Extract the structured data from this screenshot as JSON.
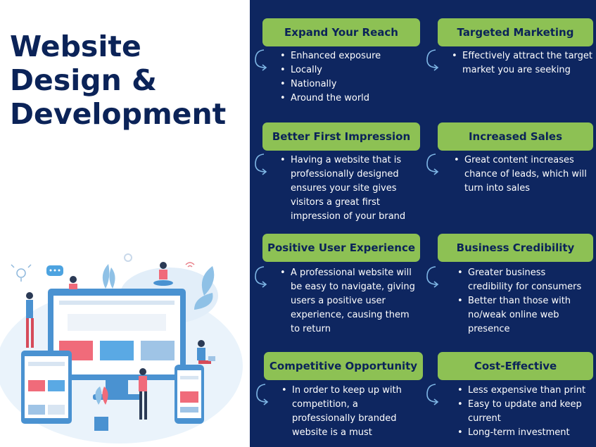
{
  "title": {
    "line1": "Website",
    "line2": "Design &",
    "line3": "Development"
  },
  "sections": [
    {
      "heading": "Expand Your Reach",
      "bullets": [
        "Enhanced exposure",
        "Locally",
        "Nationally",
        "Around the world"
      ]
    },
    {
      "heading": "Targeted Marketing",
      "bullets": [
        "Effectively attract the target market you are seeking"
      ]
    },
    {
      "heading": "Better First Impression",
      "bullets": [
        "Having a website that is professionally designed ensures your site gives visitors a great first impression of your brand"
      ]
    },
    {
      "heading": "Increased Sales",
      "bullets": [
        "Great content increases chance of leads, which will turn into sales"
      ]
    },
    {
      "heading": "Positive User Experience",
      "bullets": [
        "A professional website will be easy to navigate, giving users a positive user experience, causing them to return"
      ]
    },
    {
      "heading": "Business Credibility",
      "bullets": [
        "Greater business credibility for consumers",
        "Better than those with no/weak online web presence"
      ]
    },
    {
      "heading": "Competitive Opportunity",
      "bullets": [
        "In order to keep up with competition, a professionally branded website is a must"
      ]
    },
    {
      "heading": "Cost-Effective",
      "bullets": [
        "Less expensive than print",
        "Easy to update and keep current",
        "Long-term investment"
      ]
    }
  ],
  "colors": {
    "navy": "#0e2660",
    "green": "#8dc154",
    "title": "#0b2358",
    "white": "#ffffff"
  }
}
